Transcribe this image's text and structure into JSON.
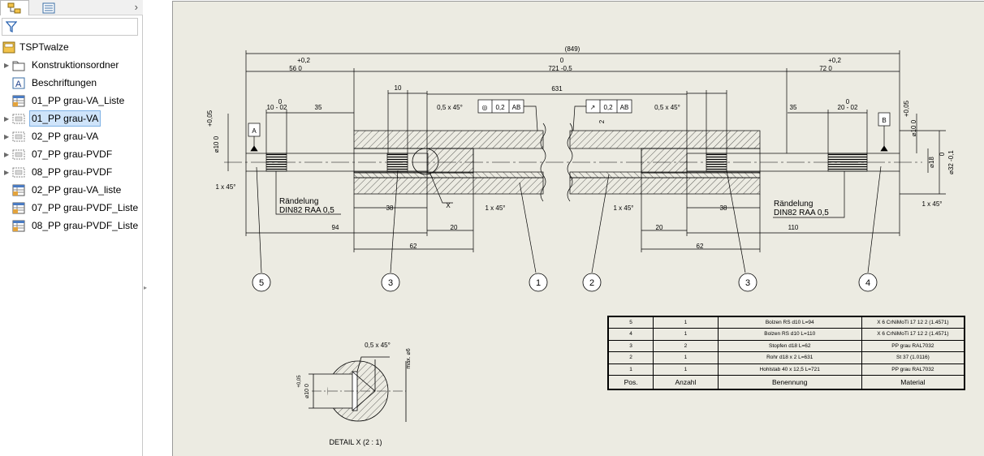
{
  "feature_tree": {
    "root_label": "TSPTwalze",
    "items": [
      {
        "label": "Konstruktionsordner",
        "icon": "folder-icon",
        "expandable": true,
        "selected": false
      },
      {
        "label": "Beschriftungen",
        "icon": "annotation-icon",
        "expandable": false,
        "selected": false
      },
      {
        "label": "01_PP grau-VA_Liste",
        "icon": "table-icon",
        "expandable": false,
        "selected": false
      },
      {
        "label": "01_PP grau-VA",
        "icon": "drawing-view-icon",
        "expandable": true,
        "selected": true
      },
      {
        "label": "02_PP grau-VA",
        "icon": "drawing-view-icon",
        "expandable": true,
        "selected": false
      },
      {
        "label": "07_PP grau-PVDF",
        "icon": "drawing-view-icon",
        "expandable": true,
        "selected": false
      },
      {
        "label": "08_PP grau-PVDF",
        "icon": "drawing-view-icon",
        "expandable": true,
        "selected": false
      },
      {
        "label": "02_PP grau-VA_liste",
        "icon": "table-icon",
        "expandable": false,
        "selected": false
      },
      {
        "label": "07_PP grau-PVDF_Liste",
        "icon": "table-icon",
        "expandable": false,
        "selected": false
      },
      {
        "label": "08_PP grau-PVDF_Liste",
        "icon": "table-icon",
        "expandable": false,
        "selected": false
      }
    ]
  },
  "drawing": {
    "dims": {
      "overall": "(849)",
      "tol_plus_02_a": "+0,2",
      "len_56": "56  0",
      "tol_0": "0",
      "len_721": "721 -0,5",
      "tol_plus_02_b": "+0,2",
      "len_72": "72  0",
      "len_631": "631",
      "d10": "10",
      "tol_10_02": "10 - 02",
      "tol_20_02": "20 - 02",
      "tol_sup0": "0",
      "len_35a": "35",
      "len_35b": "35",
      "chamfer_05x45_a": "0,5 x 45°",
      "chamfer_05x45_b": "0,5 x 45°",
      "chamfer_1x45_a": "1 x 45°",
      "chamfer_1x45_b": "1 x 45°",
      "chamfer_1x45_c": "1 x 45°",
      "chamfer_1x45_d": "1 x 45°",
      "dia10_left": "⌀10  0",
      "tol_plus005_left": "+0,05",
      "dia10_right": "⌀10  0",
      "tol_plus005_right": "+0,05",
      "dia18": "⌀18",
      "dia32": "⌀32 -0,1",
      "dia32_tol": "0",
      "len_38a": "38",
      "len_38b": "38",
      "len_20a": "20",
      "len_20b": "20",
      "len_94": "94",
      "len_110": "110",
      "len_62a": "62",
      "len_62b": "62",
      "len_2": "2",
      "datum_a": "A",
      "datum_b": "B",
      "knurl_left_1": "Rändelung",
      "knurl_left_2": "DIN82 RAA 0,5",
      "knurl_right_1": "Rändelung",
      "knurl_right_2": "DIN82 RAA 0,5",
      "detail_marker": "X",
      "gdt_left_sym": "◎",
      "gdt_left_val": "0,2",
      "gdt_left_ref": "AB",
      "gdt_right_sym": "↗",
      "gdt_right_val": "0,2",
      "gdt_right_ref": "AB"
    },
    "balloons": [
      "5",
      "3",
      "1",
      "2",
      "3",
      "4"
    ],
    "detail": {
      "caption": "DETAIL X  (2 : 1)",
      "chamfer": "0,5 x 45°",
      "maxdia": "max. ⌀6",
      "dia": "⌀10  0",
      "dia_tol": "+0,05"
    }
  },
  "parts_list": {
    "headers": [
      "Pos.",
      "Anzahl",
      "Benennung",
      "Material"
    ],
    "rows": [
      [
        "5",
        "1",
        "Bolzen RS d10 L=94",
        "X 6 CrNiMoTi 17 12 2 (1.4571)"
      ],
      [
        "4",
        "1",
        "Bolzen RS d10 L=110",
        "X 6 CrNiMoTi 17 12 2 (1.4571)"
      ],
      [
        "3",
        "2",
        "Stopfen d18 L=62",
        "PP grau RAL7032"
      ],
      [
        "2",
        "1",
        "Rohr d18 x 2 L=631",
        "St 37 (1.0116)"
      ],
      [
        "1",
        "1",
        "Hohlstab 40 x 12,5 L=721",
        "PP grau RAL7032"
      ]
    ]
  }
}
